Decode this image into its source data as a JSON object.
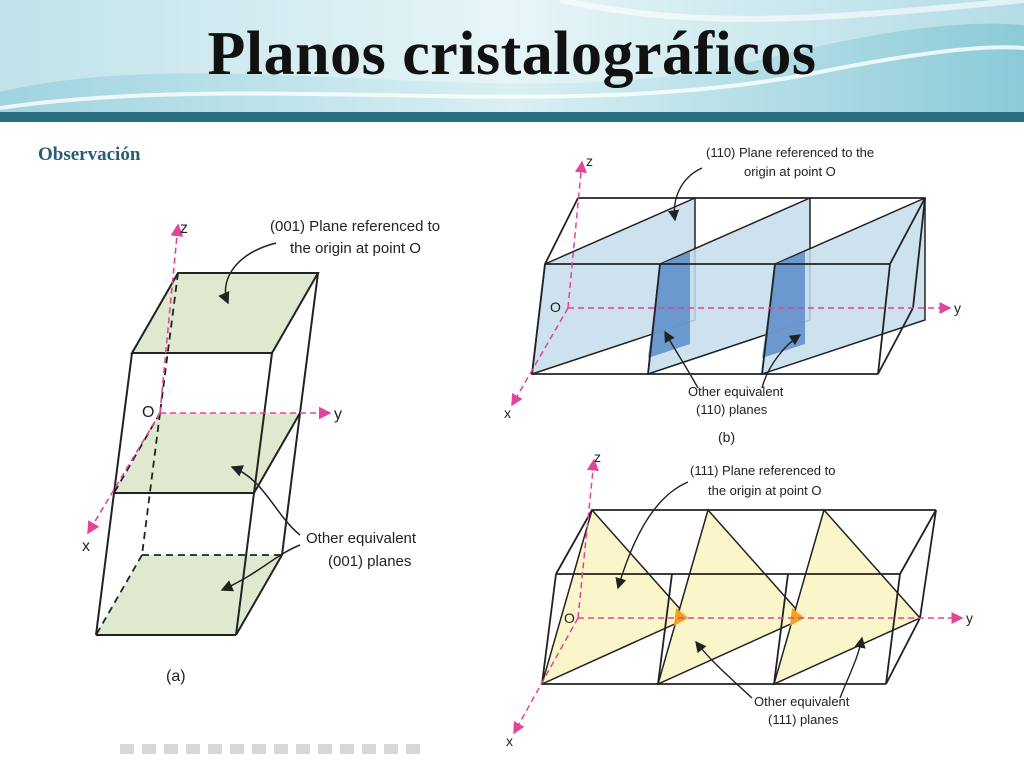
{
  "slide": {
    "title": "Planos cristalográficos",
    "subtitle": "Observación"
  },
  "colors": {
    "header_teal": "#2a6e82",
    "header_light": "#a9d8e2",
    "green_plane": "#dfe9cf",
    "blue_plane": "#c4dcec",
    "blue_dark": "#5b8dc9",
    "yellow_plane": "#fbf5c4",
    "orange_mark": "#f3a01e",
    "axis_pink": "#e0449b"
  },
  "figure_a": {
    "caption": "(a)",
    "axes": {
      "z": "z",
      "y": "y",
      "x": "x",
      "origin": "O"
    },
    "callout_top": [
      "(001) Plane referenced to",
      "the origin at point O"
    ],
    "callout_bottom": [
      "Other equivalent",
      "(001) planes"
    ]
  },
  "figure_b": {
    "caption": "(b)",
    "axes": {
      "z": "z",
      "y": "y",
      "x": "x",
      "origin": "O"
    },
    "callout_top": [
      "(110) Plane referenced to the",
      "origin at point O"
    ],
    "callout_bottom": [
      "Other equivalent",
      "(110) planes"
    ]
  },
  "figure_c": {
    "axes": {
      "z": "z",
      "y": "y",
      "x": "x",
      "origin": "O"
    },
    "callout_top": [
      "(111) Plane referenced to",
      "the origin at point O"
    ],
    "callout_bottom": [
      "Other equivalent",
      "(111) planes"
    ]
  }
}
